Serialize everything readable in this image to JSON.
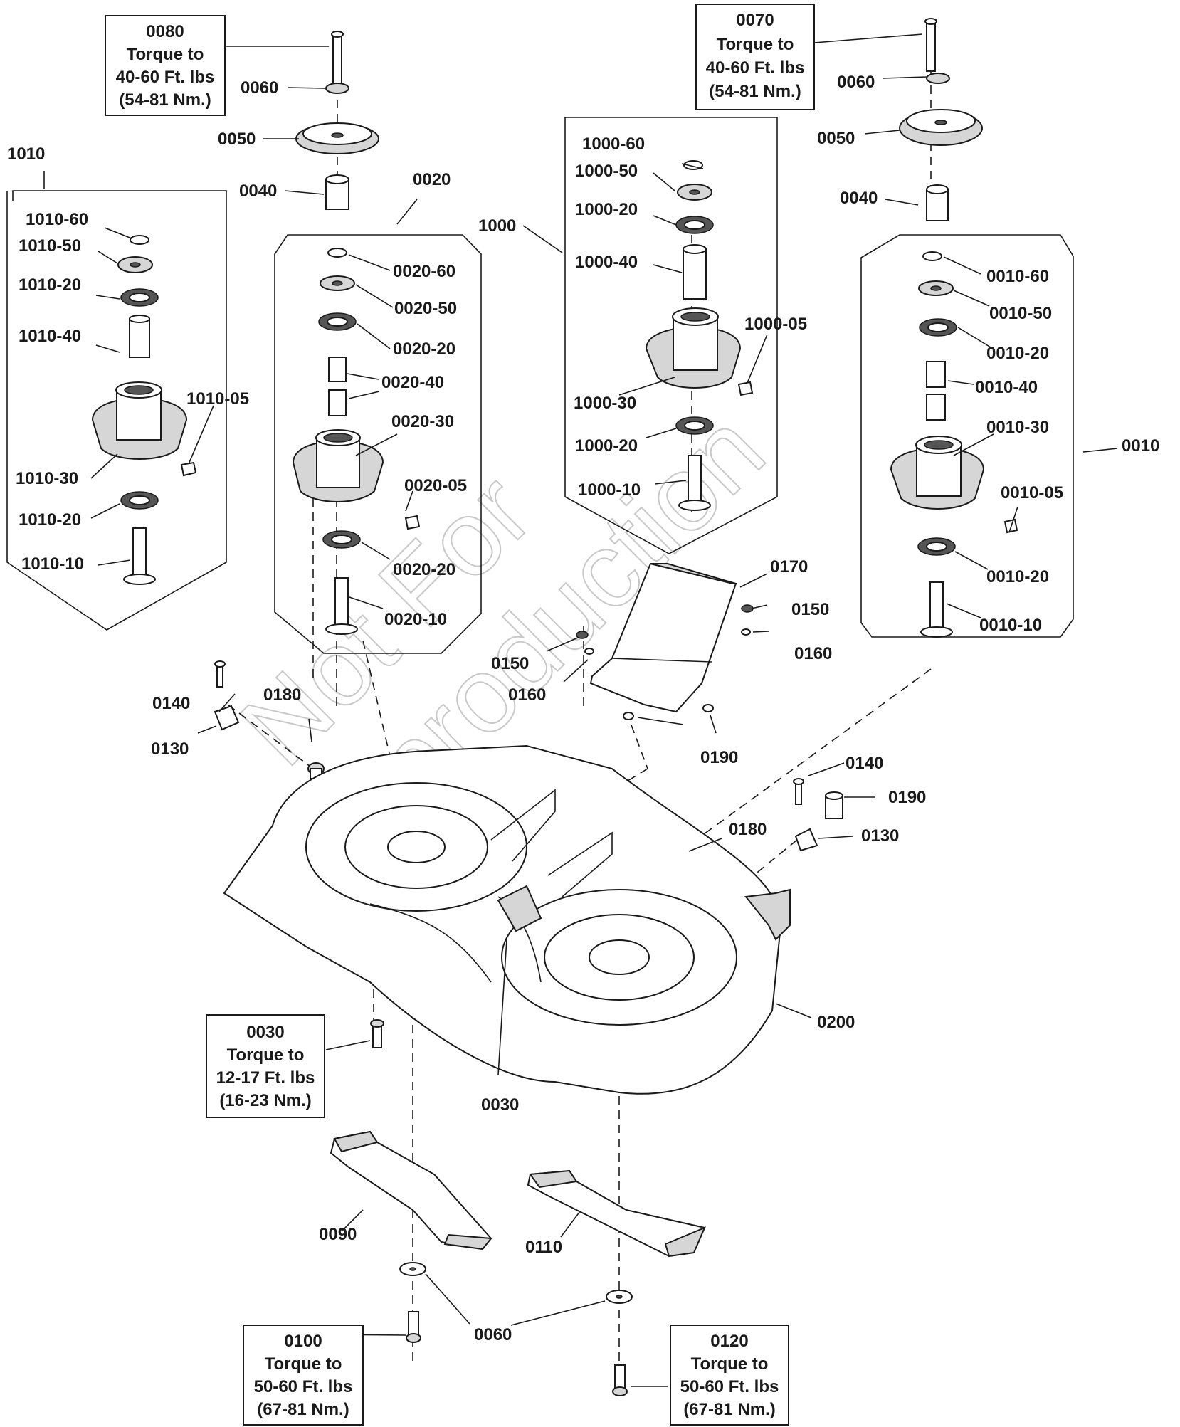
{
  "watermark": {
    "line1": "Not For",
    "line2": "Reproduction"
  },
  "torque_boxes": {
    "b0080": {
      "num": "0080",
      "l1": "Torque to",
      "l2": "40-60 Ft. lbs",
      "l3": "(54-81 Nm.)"
    },
    "b0070": {
      "num": "0070",
      "l1": "Torque to",
      "l2": "40-60 Ft. lbs",
      "l3": "(54-81 Nm.)"
    },
    "b0030": {
      "num": "0030",
      "l1": "Torque to",
      "l2": "12-17 Ft. lbs",
      "l3": "(16-23 Nm.)"
    },
    "b0100": {
      "num": "0100",
      "l1": "Torque to",
      "l2": "50-60 Ft. lbs",
      "l3": "(67-81 Nm.)"
    },
    "b0120": {
      "num": "0120",
      "l1": "Torque to",
      "l2": "50-60 Ft. lbs",
      "l3": "(67-81 Nm.)"
    }
  },
  "labels": {
    "l1010": "1010",
    "l1010_60": "1010-60",
    "l1010_50": "1010-50",
    "l1010_20a": "1010-20",
    "l1010_40": "1010-40",
    "l1010_05": "1010-05",
    "l1010_30": "1010-30",
    "l1010_20b": "1010-20",
    "l1010_10": "1010-10",
    "l0060a": "0060",
    "l0050a": "0050",
    "l0040a": "0040",
    "l0020": "0020",
    "l0020_60": "0020-60",
    "l0020_50": "0020-50",
    "l0020_20a": "0020-20",
    "l0020_40": "0020-40",
    "l0020_30": "0020-30",
    "l0020_05": "0020-05",
    "l0020_20b": "0020-20",
    "l0020_10": "0020-10",
    "l1000": "1000",
    "l1000_60": "1000-60",
    "l1000_50": "1000-50",
    "l1000_20a": "1000-20",
    "l1000_40": "1000-40",
    "l1000_05": "1000-05",
    "l1000_30": "1000-30",
    "l1000_20b": "1000-20",
    "l1000_10": "1000-10",
    "l0060b": "0060",
    "l0050b": "0050",
    "l0040b": "0040",
    "l0010_60": "0010-60",
    "l0010_50": "0010-50",
    "l0010_20a": "0010-20",
    "l0010_40": "0010-40",
    "l0010_30": "0010-30",
    "l0010": "0010",
    "l0010_05": "0010-05",
    "l0010_20b": "0010-20",
    "l0010_10": "0010-10",
    "l0170": "0170",
    "l0150a": "0150",
    "l0160a": "0160",
    "l0150b": "0150",
    "l0160b": "0160",
    "l0190a": "0190",
    "l0140a": "0140",
    "l0180a": "0180",
    "l0130a": "0130",
    "l0140b": "0140",
    "l0190b": "0190",
    "l0180b": "0180",
    "l0130b": "0130",
    "l0200": "0200",
    "l0030": "0030",
    "l0090": "0090",
    "l0110": "0110",
    "l0060c": "0060"
  }
}
